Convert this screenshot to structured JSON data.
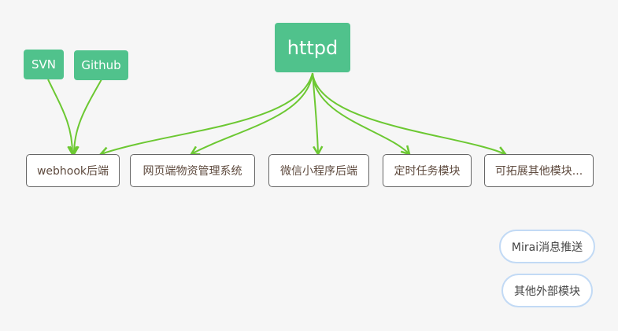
{
  "sources": [
    {
      "id": "svn",
      "label": "SVN"
    },
    {
      "id": "github",
      "label": "Github"
    }
  ],
  "hub": {
    "label": "httpd"
  },
  "modules": [
    {
      "label": "webhook后端"
    },
    {
      "label": "网页端物资管理系统"
    },
    {
      "label": "微信小程序后端"
    },
    {
      "label": "定时任务模块"
    },
    {
      "label": "可拓展其他模块..."
    }
  ],
  "external": [
    {
      "label": "Mirai消息推送"
    },
    {
      "label": "其他外部模块"
    }
  ],
  "colors": {
    "node_green": "#50c28c",
    "edge_green": "#6cc832",
    "pill_border": "#c2daf5",
    "background": "#f6f6f6"
  }
}
